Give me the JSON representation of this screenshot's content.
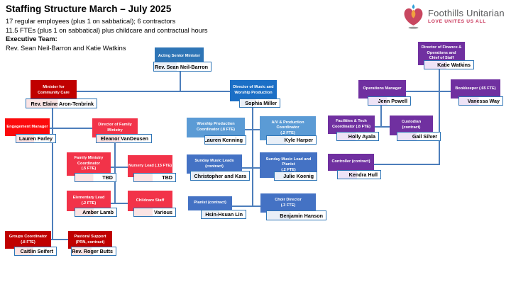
{
  "header": {
    "title": "Staffing Structure March – July 2025",
    "line1": "17 regular employees (plus 1 on sabbatical); 6 contractors",
    "line2": "11.5 FTEs (plus 1 on sabbatical) plus childcare and contractual hours",
    "exec_label": "Executive Team:",
    "exec_names": "Rev. Sean Neil-Barron and Katie Watkins"
  },
  "logo": {
    "name": "Foothills Unitarian",
    "tagline": "LOVE UNITES US ALL"
  },
  "colors": {
    "senior_blue": "#2e75b6",
    "music_blue": "#1b6fc6",
    "worship_light_blue": "#5b9bd5",
    "music_mid_blue": "#4472c4",
    "dark_red": "#c00000",
    "bright_red": "#fb0a0c",
    "family_crimson": "#f23349",
    "operations_purple": "#7030a0",
    "connector_blue": "#4d7ebb",
    "logo_rose": "#c84760"
  },
  "nodes": [
    {
      "id": "acting-senior-minister",
      "title": "Acting Senior Minister",
      "name": "Rev. Sean Neil-Barron"
    },
    {
      "id": "minister-community-care",
      "title": "Minister for\nCommunity Care",
      "name": "Rev. Elaine Aron-Tenbrink"
    },
    {
      "id": "director-music-worship",
      "title": "Director of Music and\nWorship Production",
      "name": "Sophia Miller"
    },
    {
      "id": "engagement-manager",
      "title": "Engagement Manager",
      "name": "Lauren Farley"
    },
    {
      "id": "director-family-ministry",
      "title": "Director of Family\nMinistry",
      "name": "Eleanor VanDeusen"
    },
    {
      "id": "family-ministry-coordinator",
      "title": "Family Ministry\nCoordinator\n(.5 FTE)",
      "name": "TBD"
    },
    {
      "id": "nursery-lead",
      "title": "Nursery Lead (.15 FTE)",
      "name": "TBD"
    },
    {
      "id": "elementary-lead",
      "title": "Elementary Lead\n(.2 FTE)",
      "name": "Amber Lamb"
    },
    {
      "id": "childcare-staff",
      "title": "Childcare Staff",
      "name": "Various"
    },
    {
      "id": "groups-coordinator",
      "title": "Groups Coordinator\n(.8 FTE)",
      "name": "Caitlin Seifert"
    },
    {
      "id": "pastoral-support",
      "title": "Pastoral Support\n(PRN, contract)",
      "name": "Rev. Roger Butts"
    },
    {
      "id": "worship-production-coordinator",
      "title": "Worship Production\nCoordinator (.8 FTE)",
      "name": "Lauren Kenning"
    },
    {
      "id": "av-production-coordinator",
      "title": "A/V & Production\nCoordinator\n(.2 FTE)",
      "name": "Kyle Harper"
    },
    {
      "id": "sunday-music-leads",
      "title": "Sunday Music Leads\n(contract)",
      "name": "Christopher and Kara"
    },
    {
      "id": "sunday-music-lead-pianist",
      "title": "Sunday Music Lead and\nPianist\n(.2 FTE)",
      "name": "Julie Koenig"
    },
    {
      "id": "pianist",
      "title": "Pianist (contract)",
      "name": "Hsin-Hsuan Lin"
    },
    {
      "id": "choir-director",
      "title": "Choir Director\n(.3 FTE)",
      "name": "Benjamin Hanson"
    },
    {
      "id": "director-finance-operations",
      "title": "Director of Finance &\nOperations and\nChief of Staff",
      "name": "Katie Watkins"
    },
    {
      "id": "operations-manager",
      "title": "Operations Manager",
      "name": "Jenn Powell"
    },
    {
      "id": "bookkeeper",
      "title": "Bookkeeper (.65 FTE)",
      "name": "Vanessa Way"
    },
    {
      "id": "facilities-tech-coordinator",
      "title": "Facilities & Tech\nCoordinator (.8 FTE)",
      "name": "Holly Ayala"
    },
    {
      "id": "custodian",
      "title": "Custodian\n(contract)",
      "name": "Gail Silver"
    },
    {
      "id": "controller",
      "title": "Controller (contract)",
      "name": "Kendra Hull"
    }
  ]
}
